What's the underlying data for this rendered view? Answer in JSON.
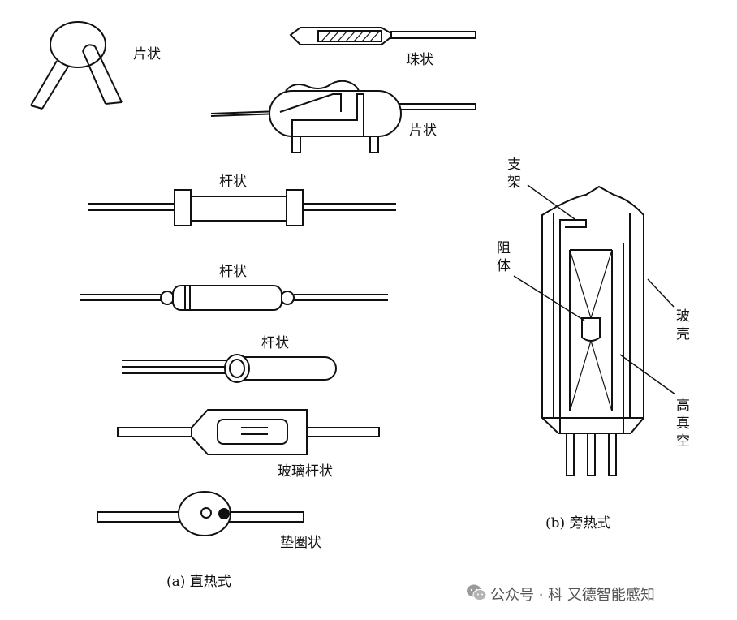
{
  "direct_heated": {
    "caption": "(a) 直热式",
    "labels": {
      "disc": "片状",
      "bead": "珠状",
      "chip": "片状",
      "rod1": "杆状",
      "rod2": "杆状",
      "rod3": "杆状",
      "glass_rod": "玻璃杆状",
      "washer": "垫圈状"
    }
  },
  "indirect_heated": {
    "caption": "(b) 旁热式",
    "labels": {
      "support": [
        "支",
        "架"
      ],
      "resistor": [
        "阻",
        "体"
      ],
      "glass_shell": [
        "玻",
        "壳"
      ],
      "vacuum": [
        "高",
        "真",
        "空"
      ]
    }
  },
  "watermark": {
    "text": "公众号 · 科 又德智能感知",
    "icon": "wechat-icon"
  }
}
